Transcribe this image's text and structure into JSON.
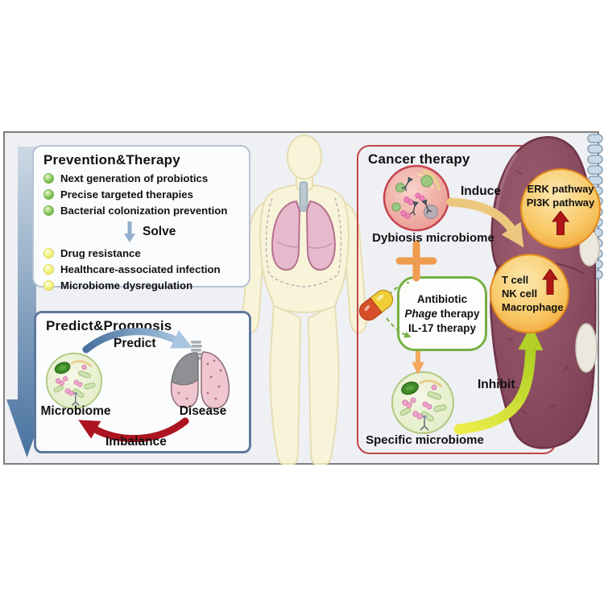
{
  "figure": {
    "description": "Lung microbiome graphical abstract"
  },
  "colors": {
    "frame_bg": "#eff0f4",
    "panel_border_blue": "#5e799c",
    "cancer_border_red": "#c04545",
    "therapy_border_green": "#76b043",
    "big_arrow_blue": "#4a74a1",
    "imbalance_red": "#ab1420",
    "induce_tan": "#ecc87e",
    "inhibit_yellow_green": "#b2d028",
    "plus_orange": "#ef9c4e",
    "pathway_circle_orange": "#f5af3c",
    "up_arrow_red": "#b01616",
    "body_yellow": "#f8f4da",
    "lung_maroon": "#8d4f63"
  },
  "prevention": {
    "title": "Prevention&Therapy",
    "solutions": [
      "Next generation of probiotics",
      "Precise targeted therapies",
      "Bacterial colonization prevention"
    ],
    "solve_label": "Solve",
    "problems": [
      "Drug resistance",
      "Healthcare-associated infection",
      "Microbiome dysregulation"
    ]
  },
  "prognosis": {
    "title": "Predict&Prognosis",
    "predict_label": "Predict",
    "imbalance_label": "Imbalance",
    "microbiome_label": "Microbiome",
    "disease_label": "Disease"
  },
  "cancer": {
    "title": "Cancer therapy",
    "dybiosis_label": "Dybiosis microbiome",
    "induce_label": "Induce",
    "plus_sign": "+",
    "therapies": {
      "antibiotic": "Antibiotic",
      "phage_italic": "Phage",
      "phage_rest": " therapy",
      "il17": "IL-17 therapy"
    },
    "specific_label": "Specific microbiome",
    "inhibit_label": "Inhibit",
    "pathway_circle": [
      "ERK pathway",
      "PI3K pathway"
    ],
    "immune_circle": [
      "T cell",
      "NK cell",
      "Macrophage"
    ]
  }
}
